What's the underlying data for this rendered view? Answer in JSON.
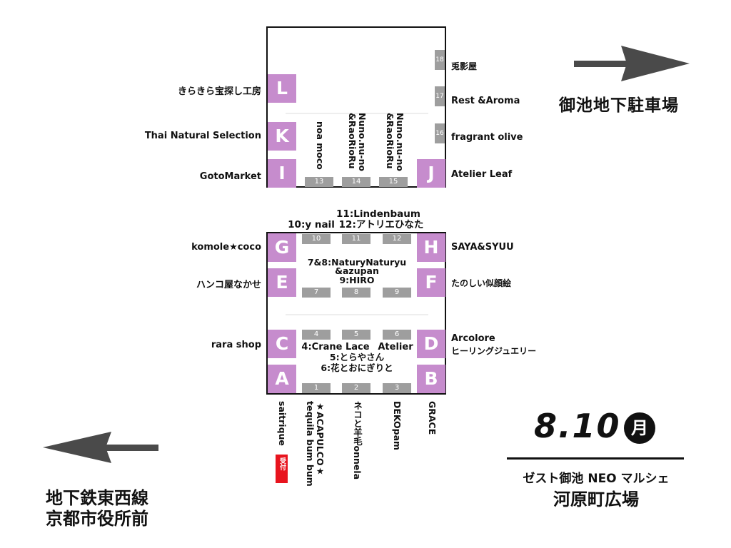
{
  "north_block": {
    "left_boxes": [
      {
        "letter": "L",
        "name": "きらきら宝探し工房"
      },
      {
        "letter": "K",
        "name": "Thai Natural Selection"
      },
      {
        "letter": "I",
        "name": "GotoMarket"
      }
    ],
    "right_box": {
      "letter": "J",
      "name": "Atelier Leaf"
    },
    "right_stalls": [
      {
        "number": "18",
        "name": "兎影屋"
      },
      {
        "number": "17",
        "name": "Rest &Aroma"
      },
      {
        "number": "16",
        "name": "fragrant olive"
      }
    ],
    "bottom_stalls": [
      {
        "number": "13",
        "name": "noa moco"
      },
      {
        "number": "14",
        "name_line1": "Nuno.nu-no",
        "name_line2": "&RaoRioRu"
      },
      {
        "number": "15",
        "name_line1": "Nuno.nu-no",
        "name_line2": "&RaoRioRu"
      }
    ]
  },
  "south_block": {
    "top_labels": {
      "line1": "11:Lindenbaum",
      "line2_left": "10:y nail",
      "line2_right": "12:アトリエひなた"
    },
    "top_stalls": [
      "10",
      "11",
      "12"
    ],
    "middle_labels": {
      "line1": "7&8:NaturyNaturyu",
      "line2": "&azupan",
      "line3": "9:HIRO"
    },
    "middle_stalls": [
      "7",
      "8",
      "9"
    ],
    "lower_stalls": [
      "4",
      "5",
      "6"
    ],
    "lower_labels": {
      "line1_left": "4:Crane Lace",
      "line1_right": "Atelier",
      "line2": "5:とらやさん",
      "line3": "6:花とおにぎりと"
    },
    "bottom_stalls": [
      "1",
      "2",
      "3"
    ],
    "left_boxes": [
      {
        "letter": "G",
        "name": "komole★coco"
      },
      {
        "letter": "E",
        "name": "ハンコ屋なかせ"
      },
      {
        "letter": "C",
        "name": "rara shop"
      },
      {
        "letter": "A",
        "name": ""
      }
    ],
    "right_boxes": [
      {
        "letter": "H",
        "name": "SAYA&SYUU"
      },
      {
        "letter": "F",
        "name": "たのしい似顔絵"
      },
      {
        "letter": "D",
        "name_line1": "Arcolore",
        "name_line2": "ヒーリングジュエリー"
      },
      {
        "letter": "B",
        "name": ""
      }
    ],
    "bottom_vertical_labels": {
      "a": "saitrique",
      "one_line1": "★ACAPULCO★",
      "one_line2": "tequila bum bum",
      "two": "ネコと羊毛onnela",
      "three": "DEKOpam",
      "b": "GRACE"
    },
    "reception": "受付"
  },
  "directions": {
    "east": "御池地下駐車場",
    "west_line1": "地下鉄東西線",
    "west_line2": "京都市役所前"
  },
  "event": {
    "date": "8.10",
    "weekday": "月",
    "name": "ゼスト御池 NEO マルシェ",
    "venue": "河原町広場"
  },
  "colors": {
    "letter_box": "#c68ccd",
    "stall": "#9e9e9e",
    "reception": "#e8141e",
    "arrow": "#4a4a4a"
  }
}
